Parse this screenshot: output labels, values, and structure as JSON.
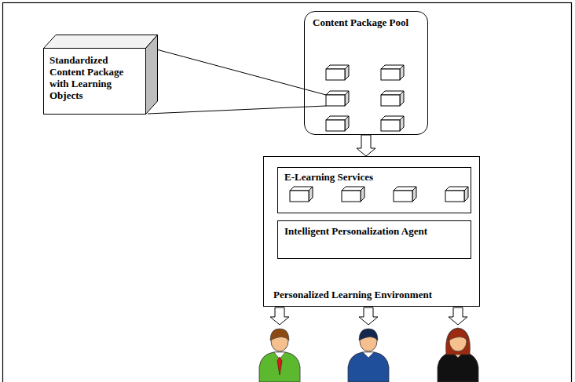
{
  "diagram": {
    "nodes": [
      {
        "text": [
          "Standardized Content Package with Learning Objects"
        ]
      },
      {
        "text": [
          "Content Package Pool"
        ]
      },
      {
        "text": [
          "Personalized Learning Environment"
        ]
      },
      {
        "text": [
          "E-Learning Services"
        ],
        "in": 2
      },
      {
        "text": [
          "Intelligent Personalization Agent"
        ],
        "in": 2
      }
    ],
    "edges": [
      {
        "from": 1,
        "to": 2,
        "arrow": "to"
      }
    ]
  }
}
